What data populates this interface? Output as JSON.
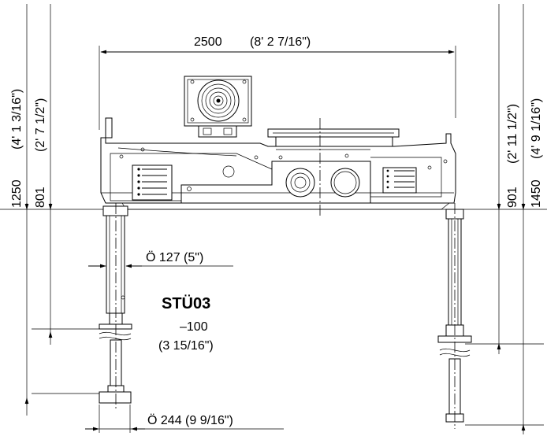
{
  "labels": {
    "overall_width": "2500",
    "overall_width_imperial": "(8' 2 7/16\")",
    "left_outer_height": "1250",
    "left_outer_height_imperial": "(4' 1 3/16\")",
    "left_inner_height": "801",
    "left_inner_height_imperial": "(2' 7 1/2\")",
    "right_inner_height": "901",
    "right_inner_height_imperial": "(2' 11 1/2\")",
    "right_outer_height": "1450",
    "right_outer_height_imperial": "(4' 9 1/16\")",
    "leg_diameter": "Ö  127 (5\")",
    "foot_diameter": "Ö  244 (9 9/16\")",
    "stand_code": "STÜ03",
    "stand_offset": "–100",
    "stand_offset_imperial": "(3 15/16\")"
  }
}
